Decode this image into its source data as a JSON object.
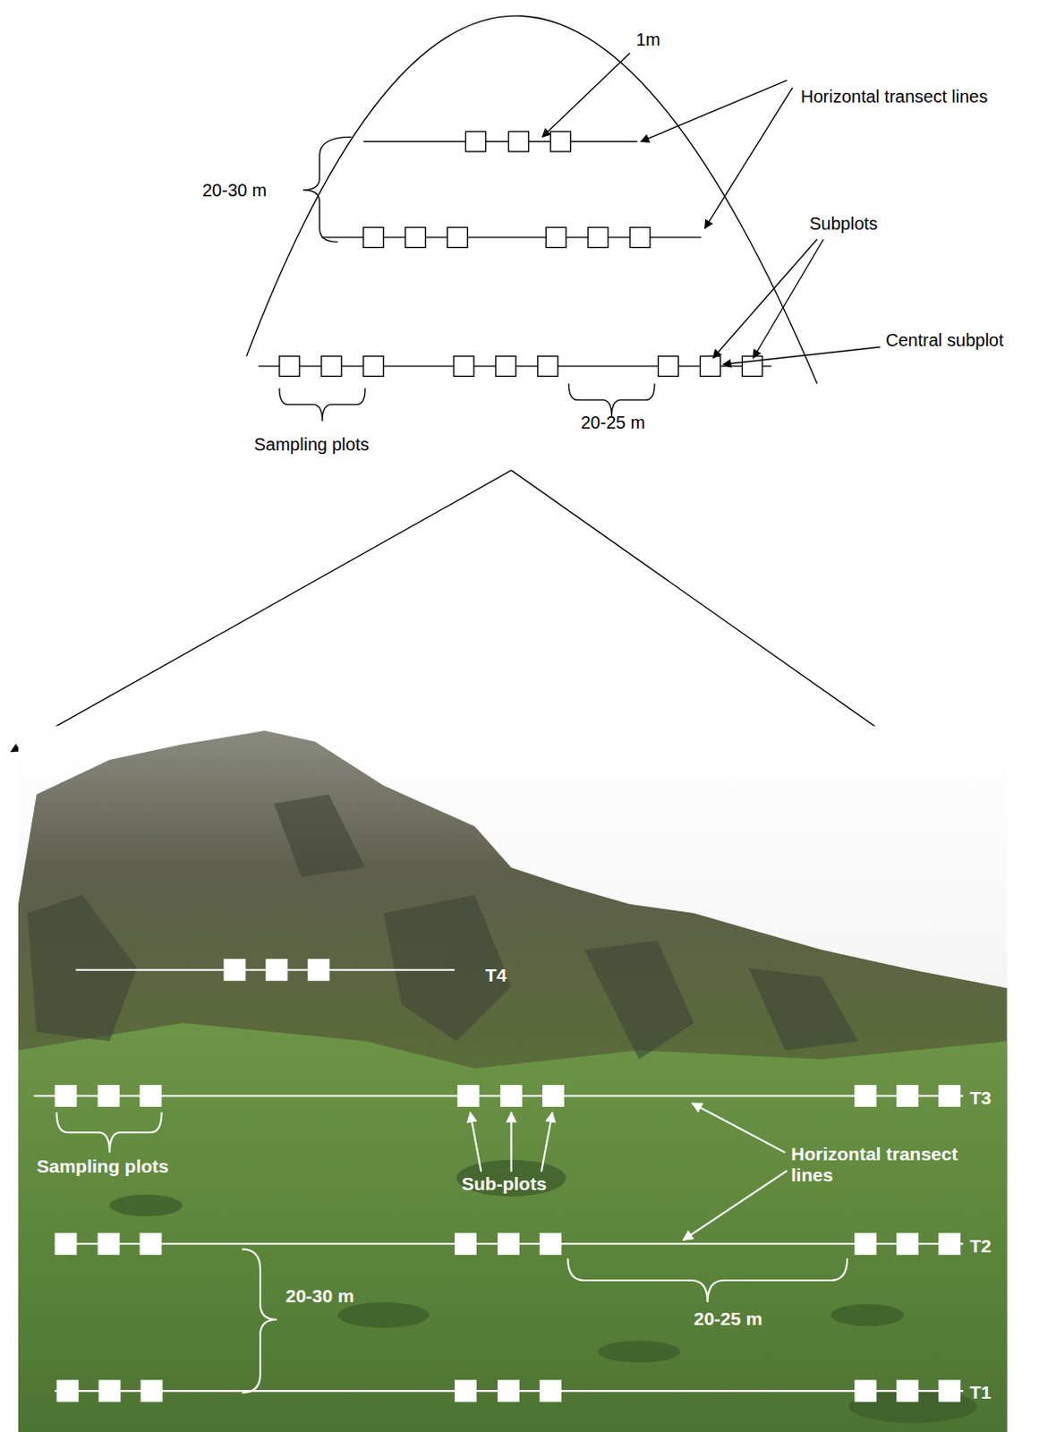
{
  "diagram": {
    "labels": [
      "1m",
      "Horizontal transect lines",
      "20-30 m",
      "Subplots",
      "Central subplot",
      "Sampling plots",
      "20-25 m",
      "T4",
      "T3",
      "Sampling plots",
      "Sub-plots",
      "Horizontal transect lines",
      "T2",
      "20-30 m",
      "20-25 m",
      "T1"
    ]
  }
}
